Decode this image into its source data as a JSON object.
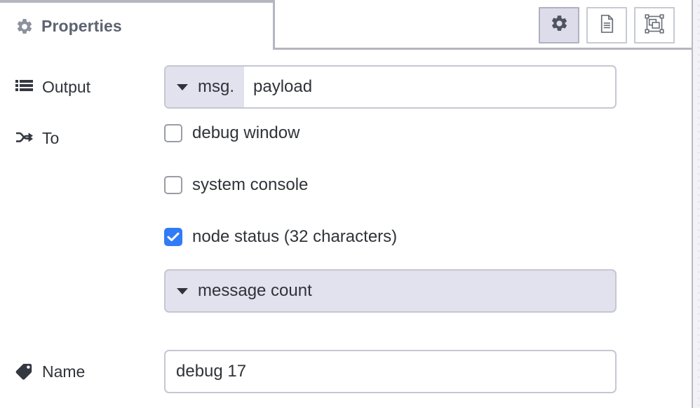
{
  "panel": {
    "tab": {
      "label": "Properties",
      "icon": "gear-icon"
    },
    "tools": [
      {
        "name": "properties-tool",
        "icon": "gear-icon",
        "active": true
      },
      {
        "name": "description-tool",
        "icon": "document-icon",
        "active": false
      },
      {
        "name": "appearance-tool",
        "icon": "appearance-icon",
        "active": false
      }
    ]
  },
  "form": {
    "output": {
      "label": "Output",
      "icon": "list-icon",
      "type_prefix": "msg.",
      "value": "payload",
      "placeholder": ""
    },
    "to": {
      "label": "To",
      "icon": "shuffle-icon",
      "options": [
        {
          "label": "debug window",
          "checked": false
        },
        {
          "label": "system console",
          "checked": false
        },
        {
          "label": "node status (32 characters)",
          "checked": true
        }
      ],
      "status_select": "message count"
    },
    "name": {
      "label": "Name",
      "icon": "tag-icon",
      "value": "debug 17",
      "placeholder": "Name"
    }
  },
  "colors": {
    "accent_checked": "#2f7cf6",
    "field_prefix_bg": "#e2e2ee",
    "border": "#c5c7d2",
    "tab_border": "#b4b6c0",
    "text": "#2f3339",
    "tab_text": "#5c6370"
  }
}
